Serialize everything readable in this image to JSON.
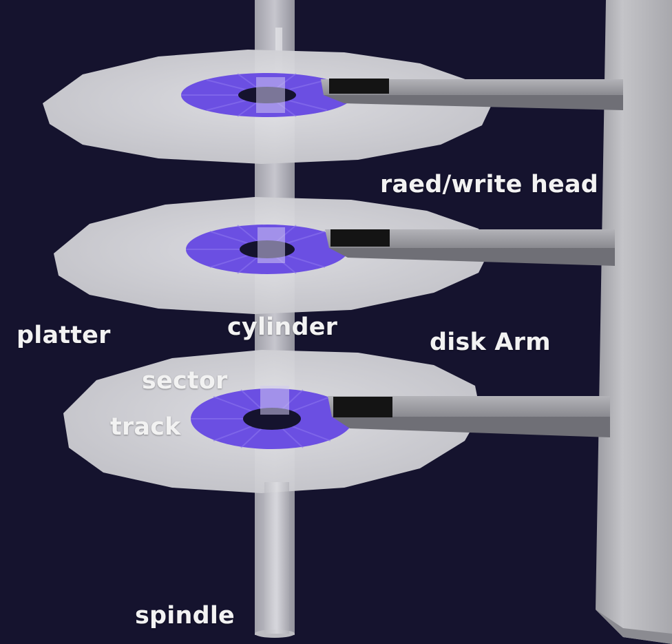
{
  "labels": {
    "read_write_head": "raed/write head",
    "platter": "platter",
    "cylinder": "cylinder",
    "disk_arm": "disk Arm",
    "sector": "sector",
    "track": "track",
    "spindle": "spindle"
  },
  "colors": {
    "background": "#15132e",
    "platter": "#d8d8dc",
    "track_ring": "#6a4fe0",
    "cylinder": "#c9c3ea",
    "arm": "#8f8f94",
    "head": "#141414",
    "label_text": "#f2f2f2"
  }
}
